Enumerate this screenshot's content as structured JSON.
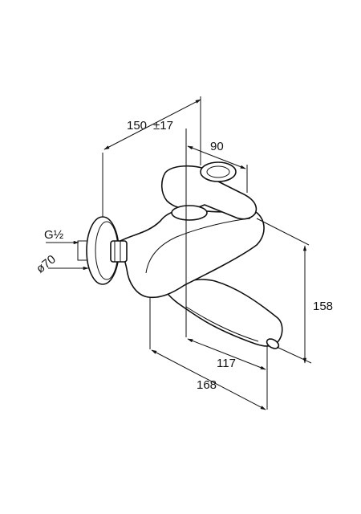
{
  "dimensions": {
    "overall_projection": {
      "value": "150",
      "tolerance": "±17"
    },
    "lever_offset": "90",
    "spout_height": "158",
    "spout_projection": "117",
    "overall_length": "168",
    "thread": "G½",
    "flange_diameter": "ø70"
  },
  "colors": {
    "line": "#111111",
    "background": "#ffffff"
  }
}
